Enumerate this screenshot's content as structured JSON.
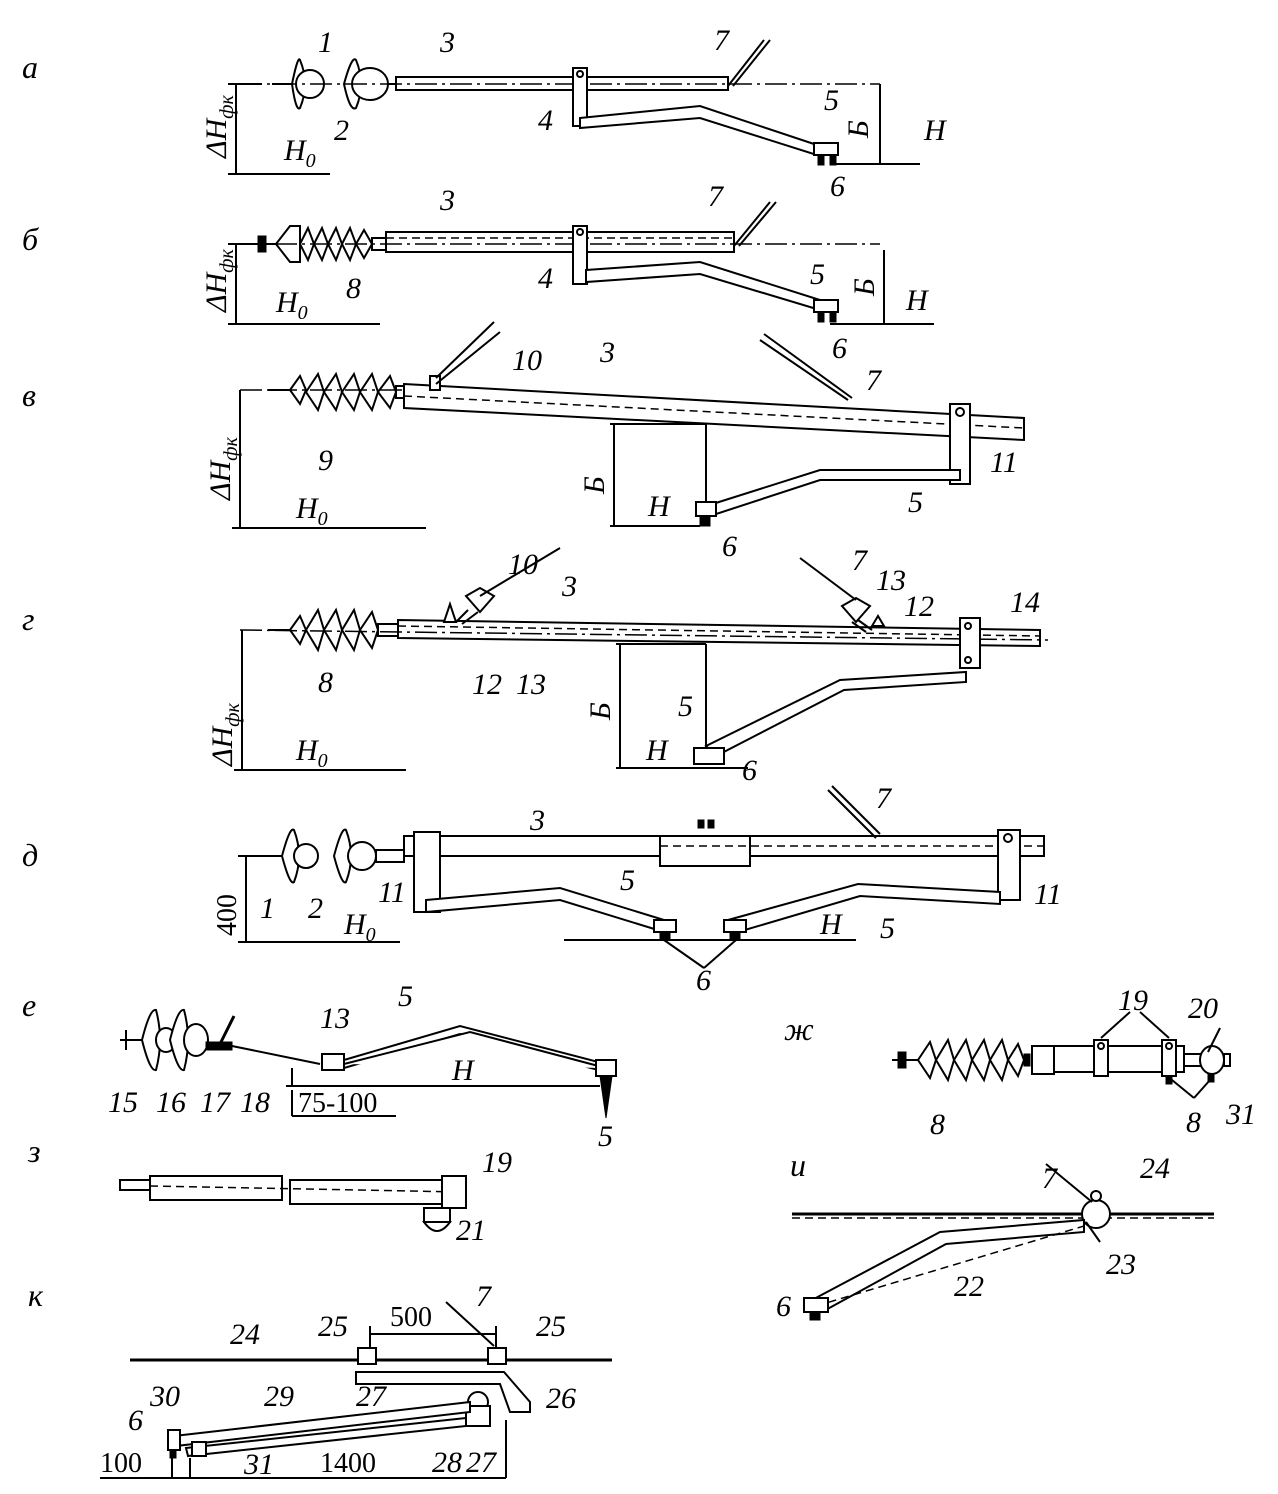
{
  "sections": [
    {
      "letter": "а",
      "labels": [
        "1",
        "2",
        "3",
        "4",
        "5",
        "6",
        "7"
      ],
      "dims": [
        "ΔHфк",
        "H0",
        "Б",
        "H"
      ]
    },
    {
      "letter": "б",
      "labels": [
        "3",
        "4",
        "5",
        "6",
        "7",
        "8"
      ],
      "dims": [
        "ΔHфк",
        "H0",
        "Б",
        "H"
      ]
    },
    {
      "letter": "в",
      "labels": [
        "3",
        "5",
        "6",
        "7",
        "9",
        "10",
        "11"
      ],
      "dims": [
        "ΔHфк",
        "H0",
        "Б",
        "H"
      ]
    },
    {
      "letter": "г",
      "labels": [
        "3",
        "5",
        "6",
        "7",
        "8",
        "10",
        "12",
        "13",
        "12",
        "13",
        "14"
      ],
      "dims": [
        "ΔHфк",
        "H0",
        "Б",
        "H"
      ]
    },
    {
      "letter": "д",
      "labels": [
        "1",
        "2",
        "3",
        "5",
        "5",
        "6",
        "7",
        "11",
        "11"
      ],
      "dims": [
        "400",
        "H0",
        "H"
      ]
    },
    {
      "letter": "е",
      "labels": [
        "5",
        "5",
        "13",
        "15",
        "16",
        "17",
        "18"
      ],
      "dims": [
        "75-100",
        "H"
      ]
    },
    {
      "letter": "ж",
      "labels": [
        "8",
        "8",
        "19",
        "20",
        "31"
      ]
    },
    {
      "letter": "з",
      "labels": [
        "19",
        "21"
      ]
    },
    {
      "letter": "и",
      "labels": [
        "6",
        "7",
        "22",
        "23",
        "24"
      ]
    },
    {
      "letter": "к",
      "labels": [
        "6",
        "7",
        "24",
        "25",
        "25",
        "26",
        "27",
        "28",
        "27",
        "29",
        "30",
        "31"
      ],
      "dims": [
        "500",
        "100",
        "1400"
      ]
    }
  ],
  "symbols": {
    "delta_h": "ΔH",
    "fk_sub": "фк",
    "h": "H",
    "zero_sub": "0",
    "b": "Б"
  }
}
